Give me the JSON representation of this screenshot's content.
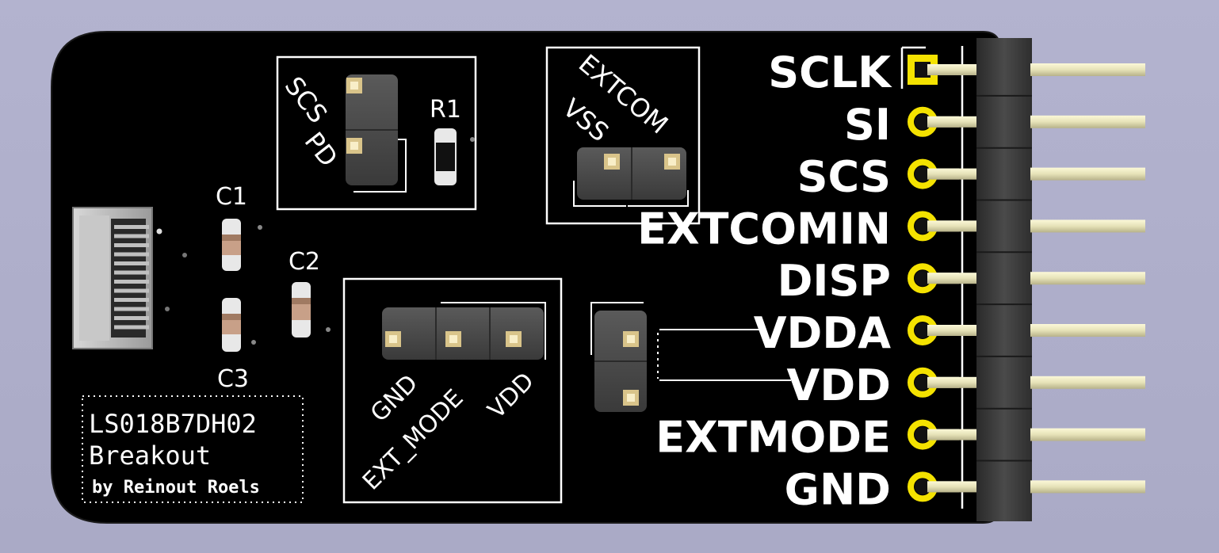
{
  "board": {
    "title_line1": "LS018B7DH02",
    "title_line2": "Breakout",
    "author": "by Reinout Roels"
  },
  "components": {
    "r1": "R1",
    "c1": "C1",
    "c2": "C2",
    "c3": "C3"
  },
  "jumpers": {
    "scs_label": "SCS",
    "pd_label": "PD",
    "extcom_label": "EXTCOM",
    "vss_label": "VSS",
    "gnd_label": "GND",
    "ext_mode_label": "EXT_MODE",
    "vdd_label": "VDD"
  },
  "header_pins": [
    "SCLK",
    "SI",
    "SCS",
    "EXTCOMIN",
    "DISP",
    "VDDA",
    "VDD",
    "EXTMODE",
    "GND"
  ],
  "colors": {
    "board": "#000000",
    "silkscreen": "#ffffff",
    "pad_gold": "#f4e200",
    "pin_metal": "#e8e6c0",
    "header_plastic": "#3a3a3a"
  }
}
